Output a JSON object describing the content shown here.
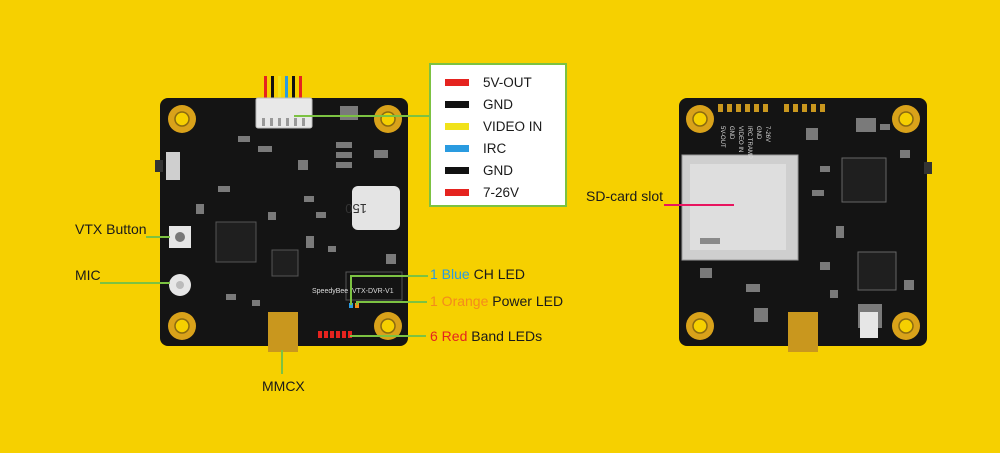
{
  "colors": {
    "background": "#f6d000",
    "board": "#141414",
    "mount_ring": "#d9a21a",
    "leader_green": "#7cc242",
    "leader_pink": "#e8155f",
    "blue": "#2a9be0",
    "orange": "#f48a1c",
    "red": "#e5231f",
    "yellow_wire": "#f1e21a"
  },
  "legend": {
    "rows": [
      {
        "label": "5V-OUT",
        "color": "#e5231f"
      },
      {
        "label": "GND",
        "color": "#111111"
      },
      {
        "label": "VIDEO IN",
        "color": "#f1e21a"
      },
      {
        "label": "IRC",
        "color": "#2a9be0"
      },
      {
        "label": "GND",
        "color": "#111111"
      },
      {
        "label": "7-26V",
        "color": "#e5231f"
      }
    ]
  },
  "labels": {
    "vtx_button": "VTX Button",
    "mic": "MIC",
    "mmcx": "MMCX",
    "sd_card_slot": "SD-card slot",
    "ch_led_prefix": "1 Blue",
    "ch_led_suffix": " CH LED",
    "power_led_prefix": "1 Orange",
    "power_led_suffix": " Power LED",
    "band_led_prefix": "6 Red",
    "band_led_suffix": " Band LEDs"
  },
  "board_text": {
    "brand": "SpeedyBee",
    "model": "VTX-DVR-V1",
    "inductor": "150",
    "back_pins": [
      "5V-OUT",
      "GND",
      "VIDEO IN",
      "IRC TRAMP",
      "GND",
      "7-26V"
    ]
  }
}
